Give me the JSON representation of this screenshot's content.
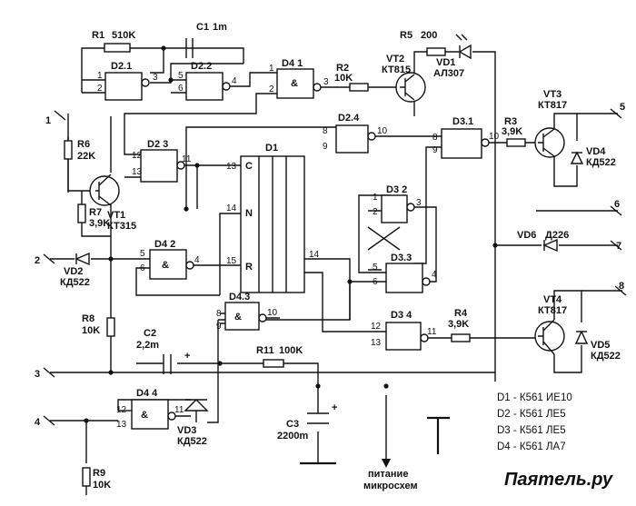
{
  "resistors": [
    {
      "ref": "R1",
      "value": "510K"
    },
    {
      "ref": "R2",
      "value": "10K"
    },
    {
      "ref": "R3",
      "value": "3,9K"
    },
    {
      "ref": "R4",
      "value": "3,9K"
    },
    {
      "ref": "R5",
      "value": "200"
    },
    {
      "ref": "R6",
      "value": "22K"
    },
    {
      "ref": "R7",
      "value": "3,9K"
    },
    {
      "ref": "R8",
      "value": "10K"
    },
    {
      "ref": "R9",
      "value": "10K"
    },
    {
      "ref": "R11",
      "value": "100K"
    }
  ],
  "capacitors": [
    {
      "ref": "C1",
      "value": "1m"
    },
    {
      "ref": "C2",
      "value": "2,2m"
    },
    {
      "ref": "C3",
      "value": "2200m"
    }
  ],
  "transistors": [
    {
      "ref": "VT1",
      "type": "КТ315"
    },
    {
      "ref": "VT2",
      "type": "КТ815"
    },
    {
      "ref": "VT3",
      "type": "КТ817"
    },
    {
      "ref": "VT4",
      "type": "КТ817"
    }
  ],
  "diodes": [
    {
      "ref": "VD1",
      "type": "АЛ307"
    },
    {
      "ref": "VD2",
      "type": "КД522"
    },
    {
      "ref": "VD3",
      "type": "КД522"
    },
    {
      "ref": "VD4",
      "type": "КД522"
    },
    {
      "ref": "VD5",
      "type": "КД522"
    },
    {
      "ref": "VD6",
      "type": "Д226"
    }
  ],
  "gates": [
    "D2.1",
    "D2.2",
    "D4 1",
    "D2.4",
    "D3.1",
    "D2 3",
    "D3 2",
    "D4 2",
    "D3.3",
    "D4.3",
    "D3 4",
    "D4 4"
  ],
  "counter": {
    "ref": "D1",
    "pin_c": "C",
    "pin_n": "N",
    "pin_r": "R"
  },
  "terminals": [
    "1",
    "2",
    "3",
    "4",
    "5",
    "6",
    "7",
    "8"
  ],
  "gate_symbol": "&",
  "power_label": [
    "питание",
    "микросхем"
  ],
  "polarity_mark": "+",
  "legend": [
    "D1 - К561 ИЕ10",
    "D2 - К561 ЛЕ5",
    "D3 - К561 ЛЕ5",
    "D4 - К561 ЛА7"
  ],
  "watermark": "Паяmель.ру"
}
